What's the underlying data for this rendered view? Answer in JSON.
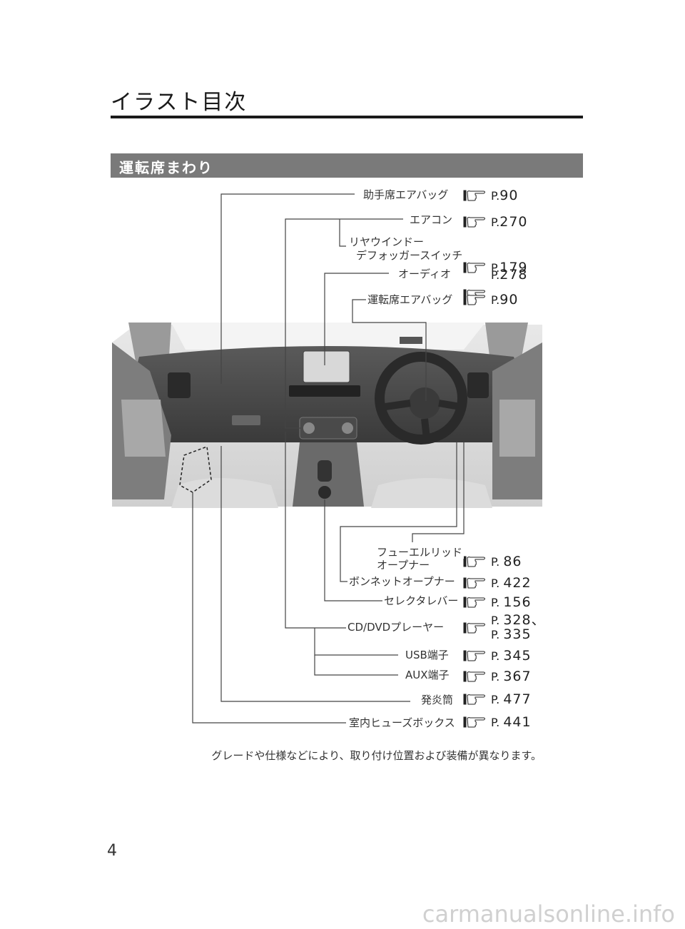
{
  "page": {
    "title": "イラスト目次",
    "section_title": "運転席まわり",
    "note": "グレードや仕様などにより、取り付け位置および装備が異なります。",
    "page_number": "4",
    "footer_url": "carmanualsonline.info"
  },
  "callouts_top": [
    {
      "label": "助手席エアバッグ",
      "page": "90"
    },
    {
      "label": "エアコン",
      "page": "270"
    },
    {
      "label_line1": "リヤウインドー",
      "label_line2": "デフォッガースイッチ",
      "page": "179"
    },
    {
      "label": "オーディオ",
      "page": "278"
    },
    {
      "label": "運転席エアバッグ",
      "page": "90"
    }
  ],
  "callouts_bottom": [
    {
      "label_line1": "フューエルリッド",
      "label_line2": "オープナー",
      "page": "86"
    },
    {
      "label": "ボンネットオープナー",
      "page": "422"
    },
    {
      "label": "セレクタレバー",
      "page": "156"
    },
    {
      "label": "CD/DVDプレーヤー",
      "page": "328、",
      "page2": "335"
    },
    {
      "label": "USB端子",
      "page": "345"
    },
    {
      "label": "AUX端子",
      "page": "367"
    },
    {
      "label": "発炎筒",
      "page": "477"
    },
    {
      "label": "室内ヒューズボックス",
      "page": "441"
    }
  ],
  "ref_prefix": "P."
}
